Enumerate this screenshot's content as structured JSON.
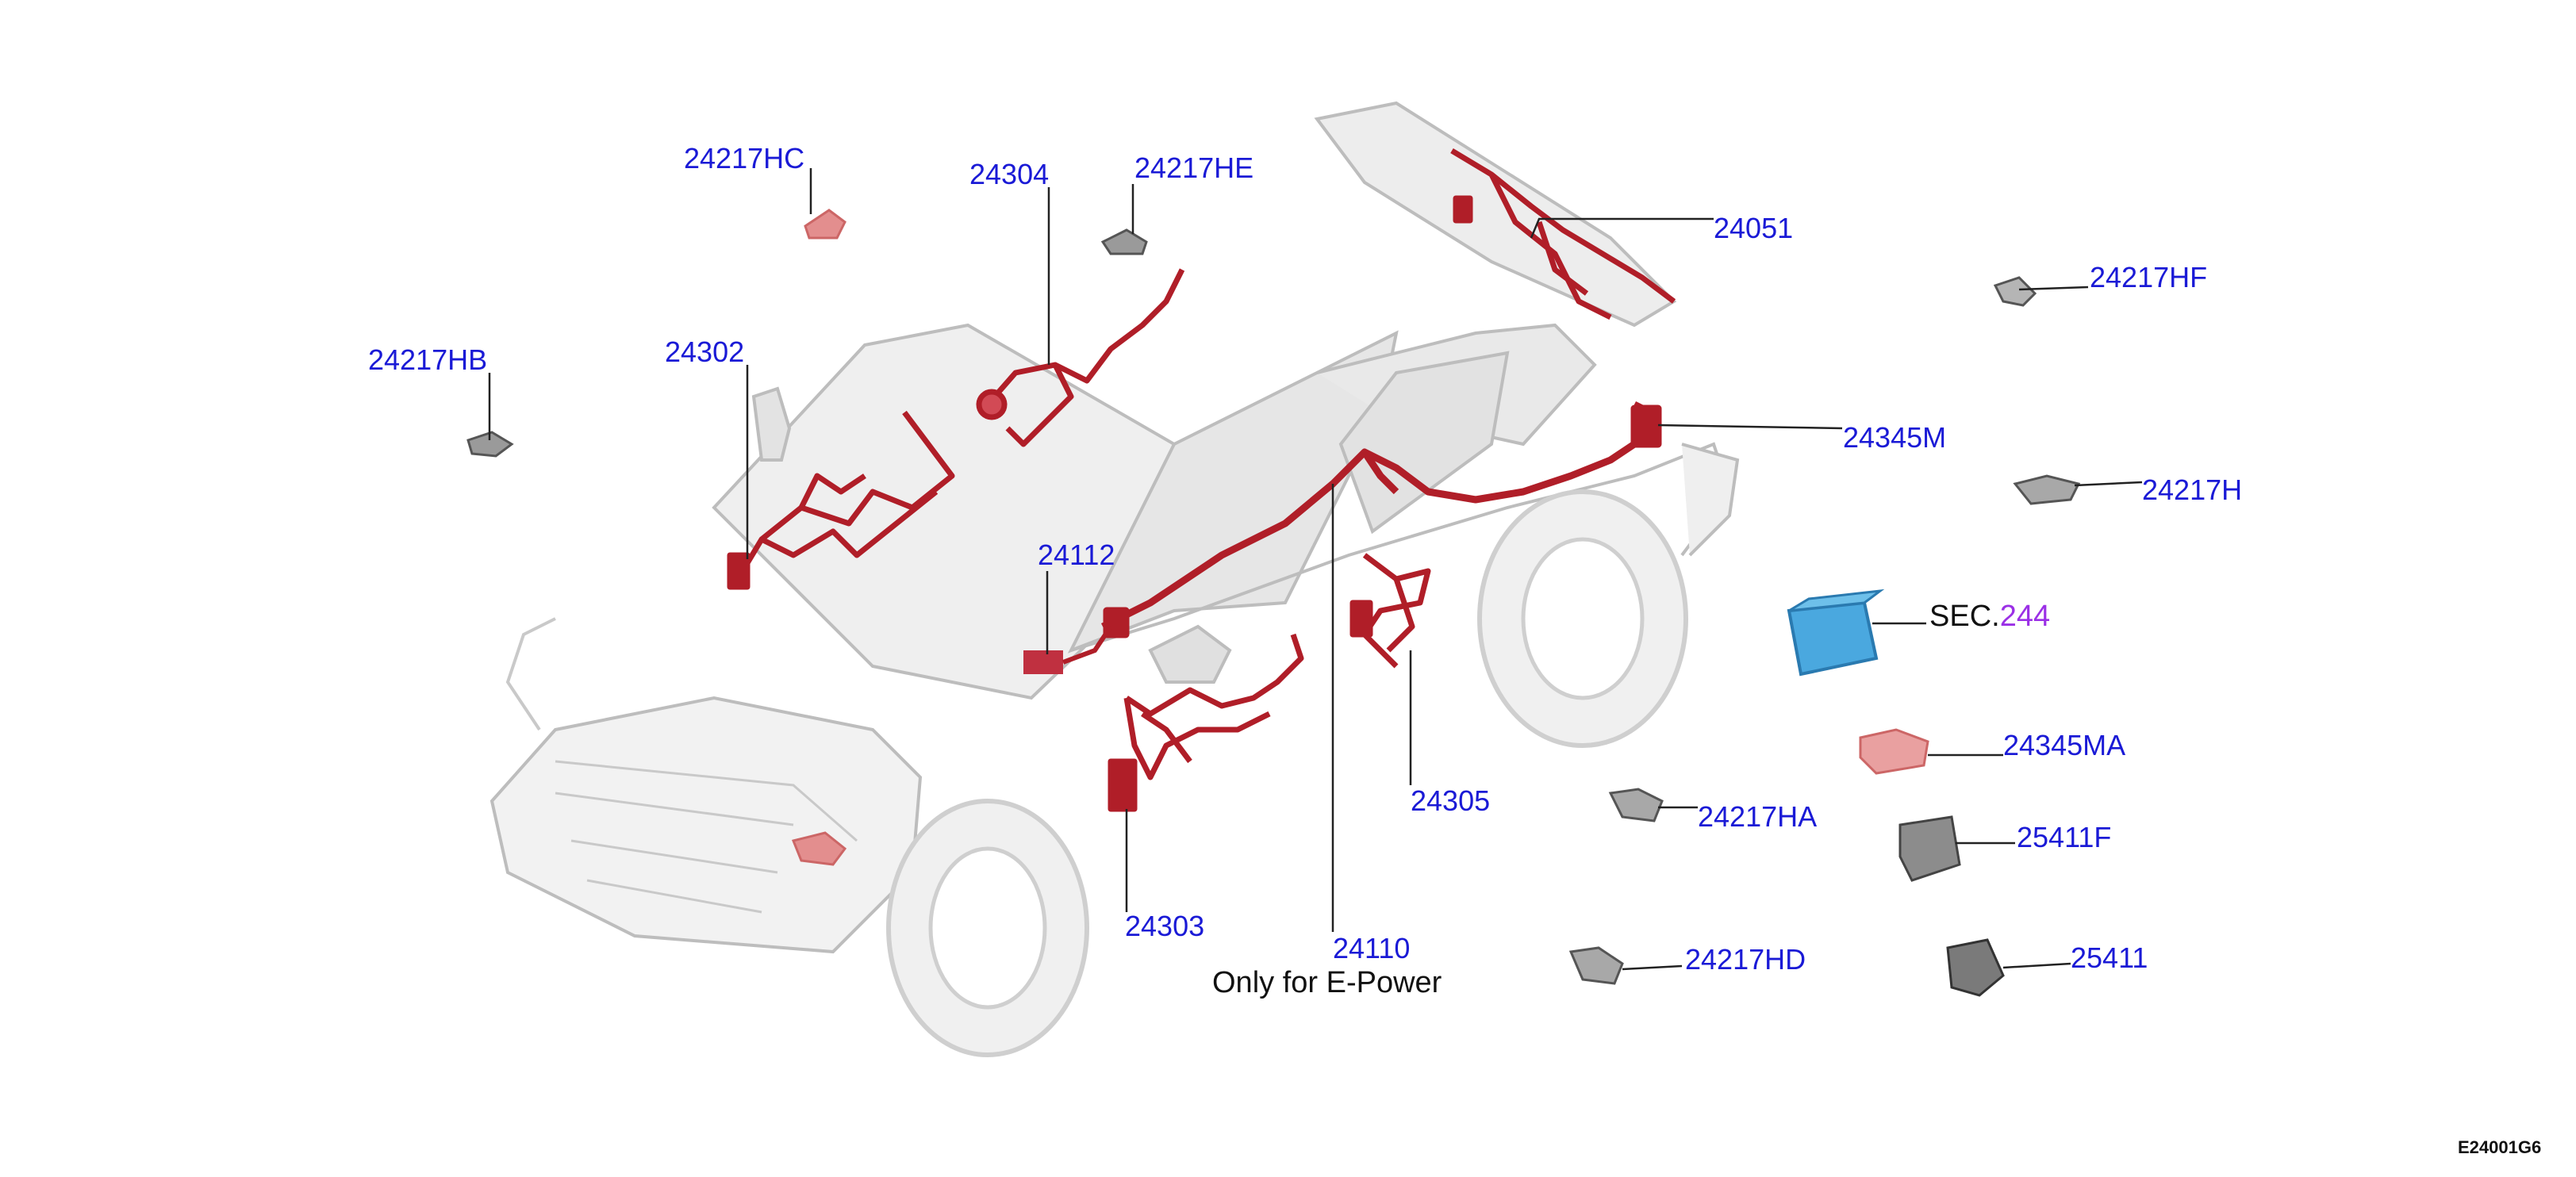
{
  "colors": {
    "label": "#1a1ad6",
    "section_link": "#9b30e6",
    "harness": "#b01e28",
    "bracket_highlight": "#e38e8e",
    "battery": "#4aa8df",
    "body_outline": "#bdbdbd",
    "leader": "#222222"
  },
  "labels": {
    "p24217HC": "24217HC",
    "p24304": "24304",
    "p24217HE": "24217HE",
    "p24051": "24051",
    "p24217HF": "24217HF",
    "p24217HB": "24217HB",
    "p24302": "24302",
    "p24345M": "24345M",
    "p24217H": "24217H",
    "p24112": "24112",
    "p24345MA": "24345MA",
    "p24305": "24305",
    "p24217HA": "24217HA",
    "p25411F": "25411F",
    "p24303": "24303",
    "p24110": "24110",
    "p24217HD": "24217HD",
    "p25411": "25411"
  },
  "notes": {
    "only_epower": "Only for E-Power"
  },
  "section_ref": {
    "prefix": "SEC.",
    "number": "244"
  },
  "figure_code": "E24001G6"
}
